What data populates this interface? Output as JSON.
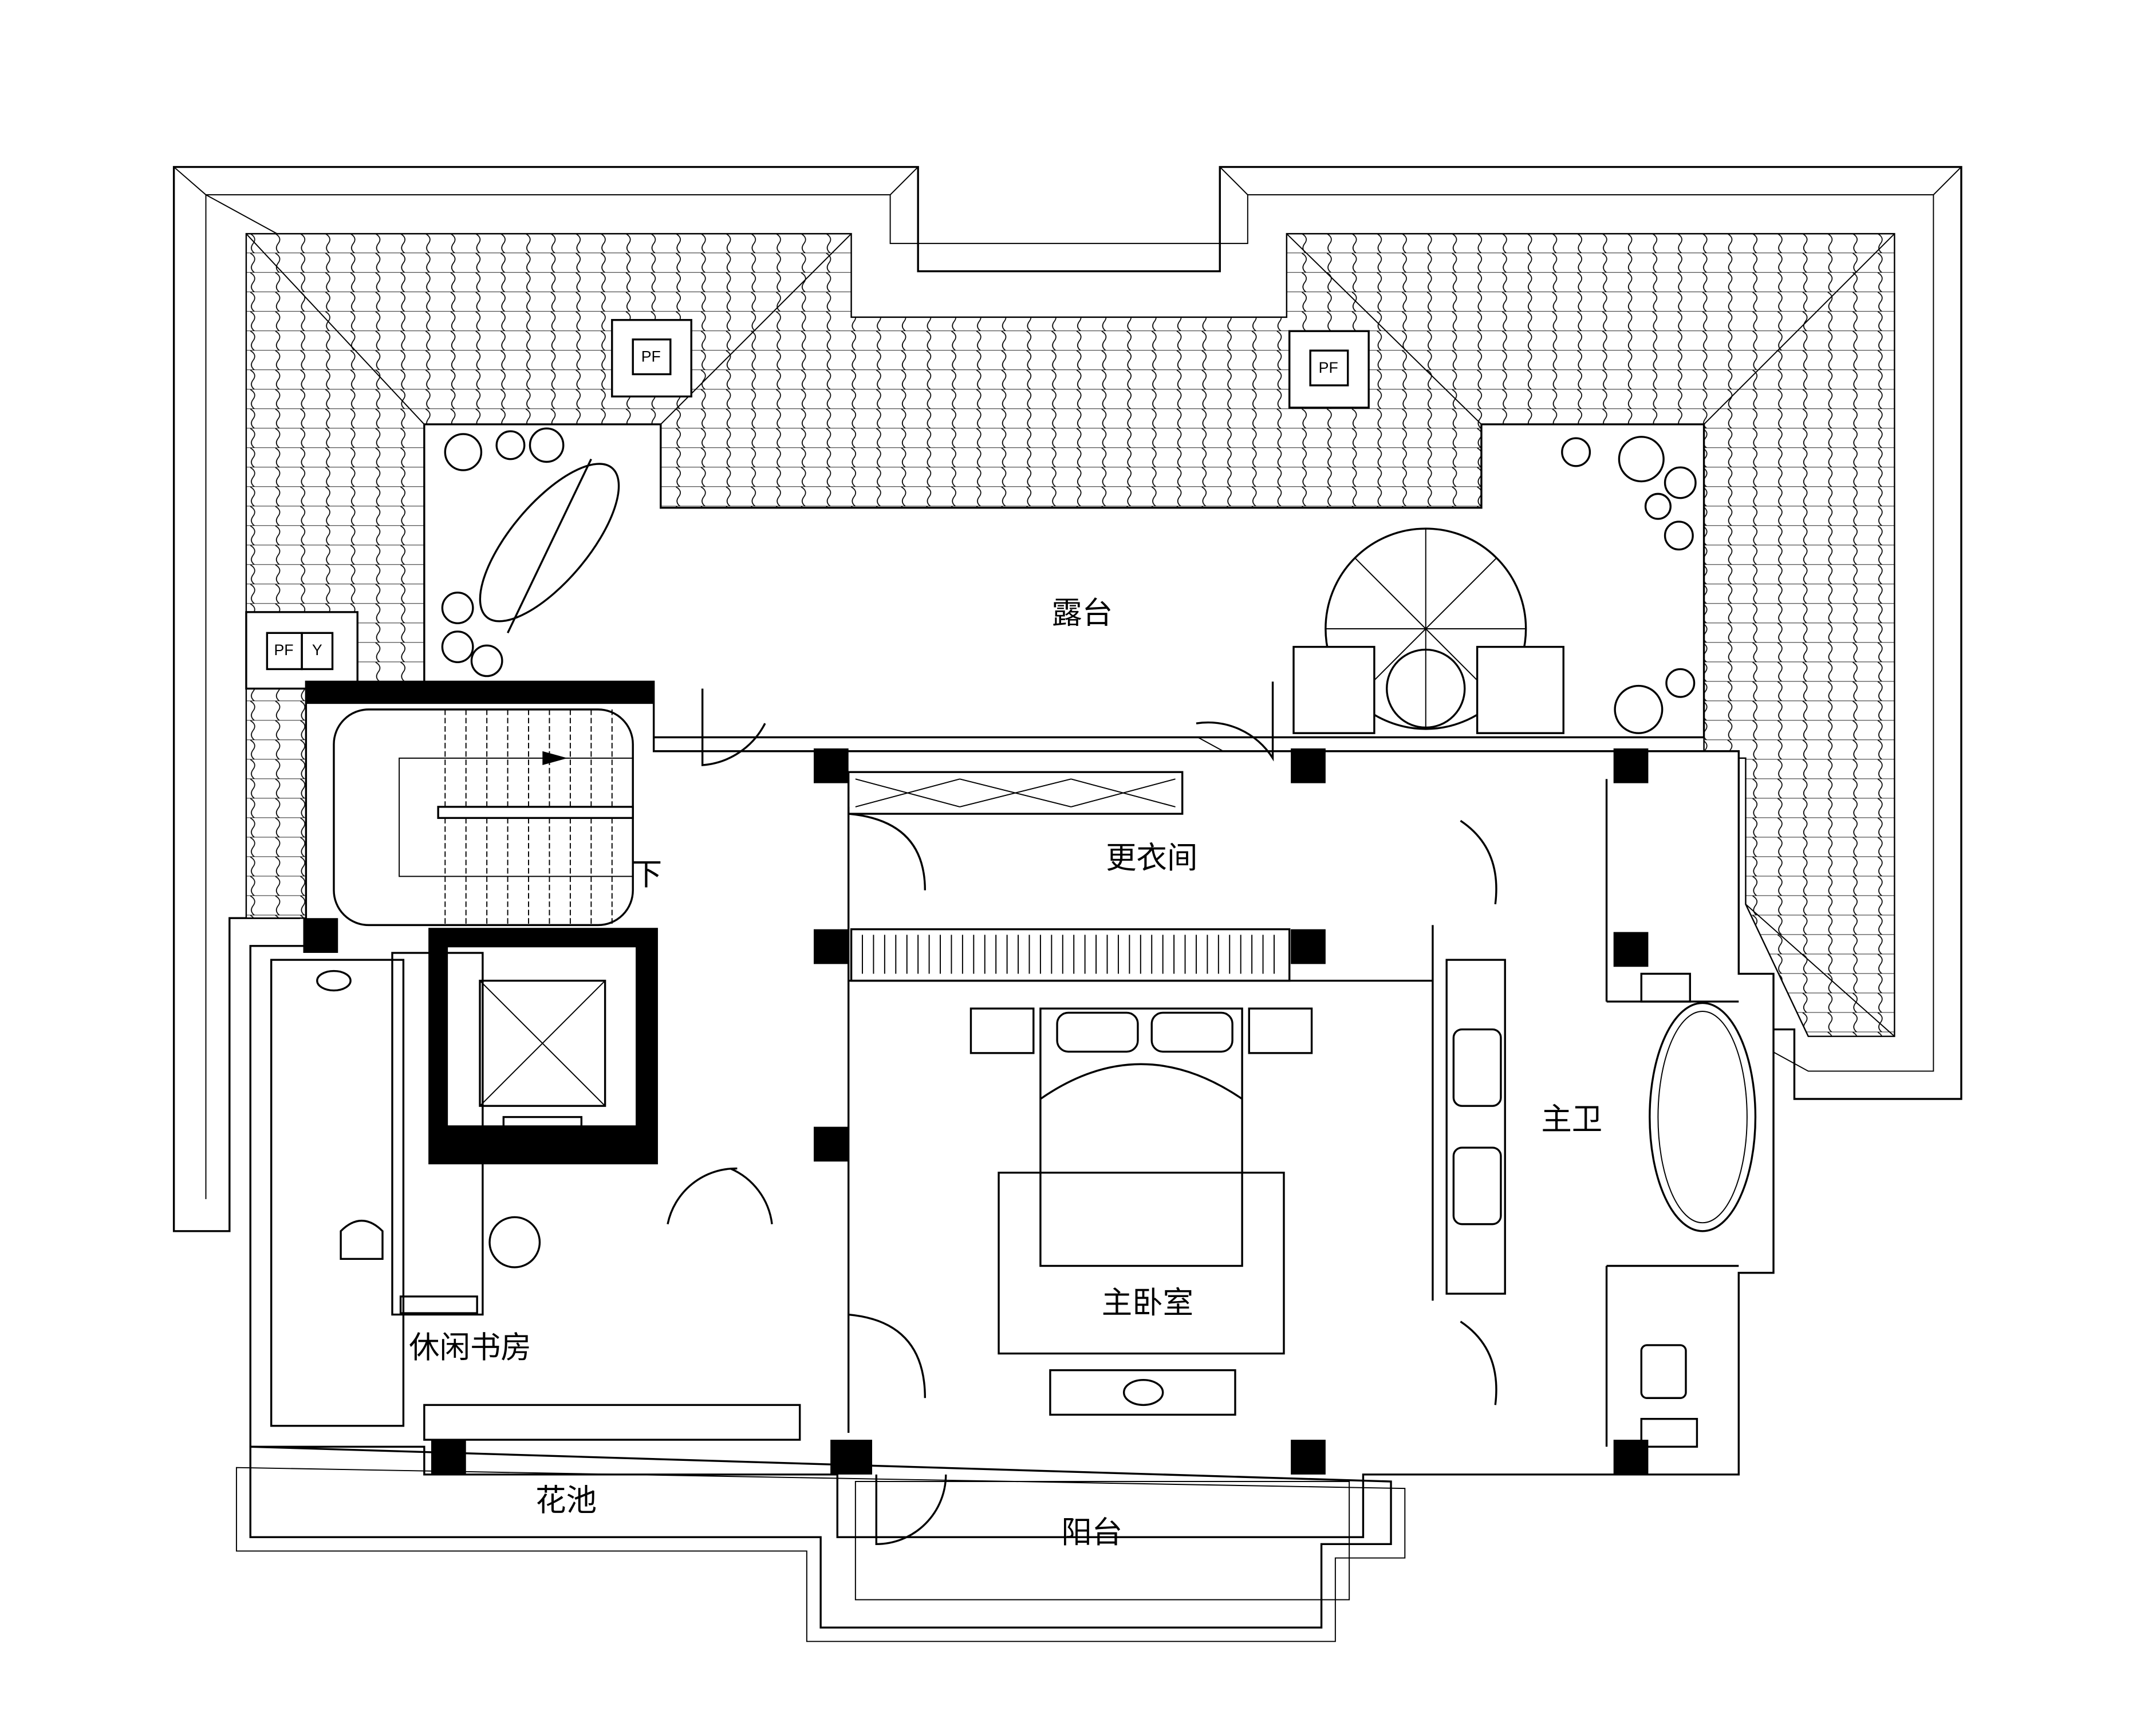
{
  "title": "Upper floor plan",
  "rooms": {
    "terrace": "露台",
    "dressing_room": "更衣间",
    "stairs_down": "下",
    "master_bath": "主卫",
    "master_bedroom": "主卧室",
    "study": "休闲书房",
    "planter": "花池",
    "balcony": "阳台"
  },
  "tags": {
    "pf_left": "PF",
    "pf_right": "PF",
    "pf_corner": "PF",
    "y_corner": "Y"
  },
  "colors": {
    "line": "#000000",
    "background": "#ffffff"
  }
}
